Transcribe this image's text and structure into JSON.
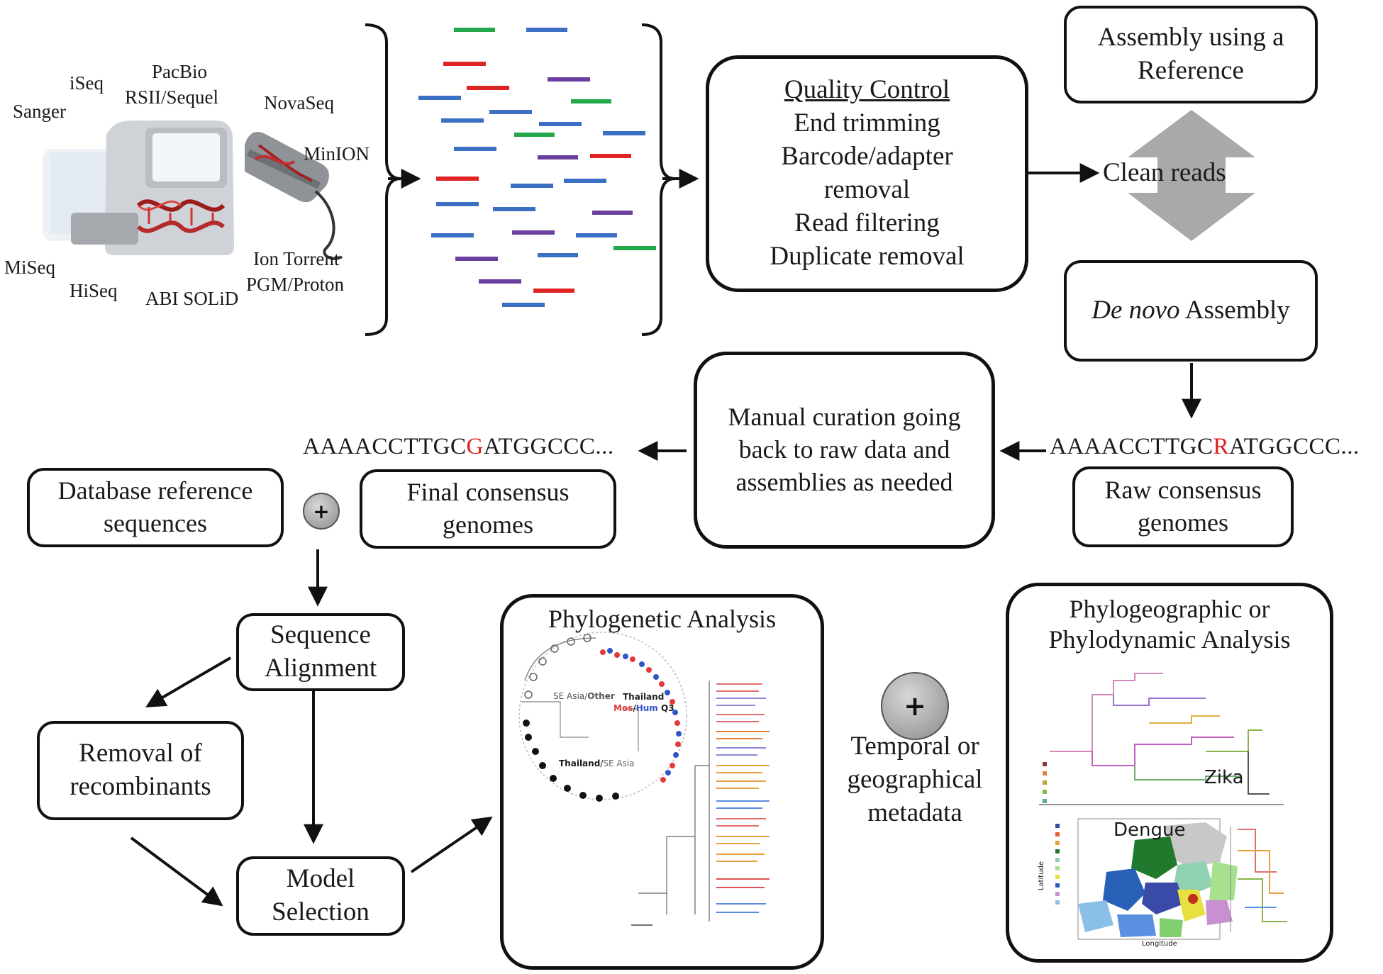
{
  "platforms": [
    "Sanger",
    "iSeq",
    "PacBio",
    "RSII/Sequel",
    "NovaSeq",
    "MinION",
    "MiSeq",
    "HiSeq",
    "ABI SOLiD",
    "Ion Torrent",
    "PGM/Proton"
  ],
  "quality_control": {
    "title": "Quality Control",
    "lines": [
      "End trimming",
      "Barcode/adapter",
      "removal",
      "Read filtering",
      "Duplicate removal"
    ]
  },
  "assembly_reference": [
    "Assembly using a",
    "Reference"
  ],
  "clean_reads": "Clean reads",
  "de_novo": {
    "italic": "De novo",
    "rest": " Assembly"
  },
  "raw_sequence": {
    "pre": "AAAACCTTGC",
    "highlight": "R",
    "post": "ATGGCCC..."
  },
  "final_sequence": {
    "pre": "AAAACCTTGC",
    "highlight": "G",
    "post": "ATGGCCC..."
  },
  "manual_curation": [
    "Manual curation going",
    "back to raw data and",
    "assemblies as needed"
  ],
  "raw_consensus": [
    "Raw consensus",
    "genomes"
  ],
  "final_consensus": [
    "Final consensus",
    "genomes"
  ],
  "database_reference": [
    "Database reference",
    "sequences"
  ],
  "plus_symbol": "+",
  "sequence_alignment": [
    "Sequence",
    "Alignment"
  ],
  "removal_recombinants": [
    "Removal of",
    "recombinants"
  ],
  "model_selection": [
    "Model",
    "Selection"
  ],
  "phylogenetic": {
    "title": "Phylogenetic Analysis",
    "labels": {
      "se_asia": "SE Asia",
      "other": "Other",
      "thailand": "Thailand",
      "mos": "Mos",
      "hum": "Hum",
      "q3": "Q3",
      "thailand2": "Thailand",
      "se_asia2": "SE Asia"
    }
  },
  "temporal": [
    "Temporal or",
    "geographical",
    "metadata"
  ],
  "phylogeographic": {
    "title": [
      "Phylogeographic or",
      "Phylodynamic Analysis"
    ],
    "zika": "Zika",
    "dengue": "Dengue",
    "latitude": "Latitude",
    "longitude": "Longitude"
  },
  "colors": {
    "read_green": "#22a84a",
    "read_blue": "#3b6fc4",
    "read_red": "#e02424",
    "read_purple": "#6b3fa0",
    "highlight": "#e02020",
    "arrow_gray": "#a9a9a9"
  }
}
